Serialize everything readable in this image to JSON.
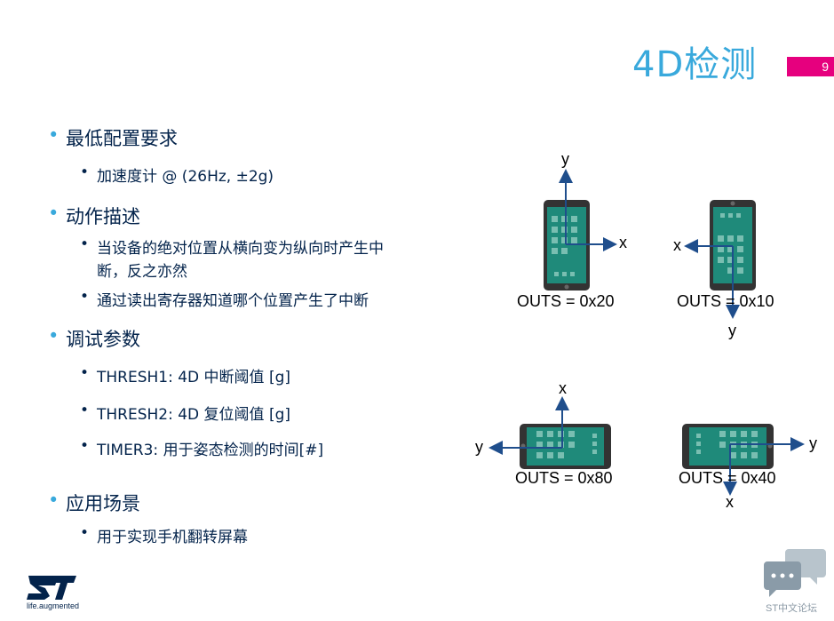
{
  "title": "4D检测",
  "page_number": "9",
  "bullets": {
    "min_config": "最低配置要求",
    "accel": "加速度计 @ (26Hz, ±2g)",
    "action": "动作描述",
    "desc_line1": "当设备的绝对位置从横向变为纵向时产生中",
    "desc_line2": "断，反之亦然",
    "read_reg": "通过读出寄存器知道哪个位置产生了中断",
    "debug": "调试参数",
    "thresh1": "THRESH1: 4D 中断阈值 [g]",
    "thresh2": "THRESH2: 4D 复位阈值 [g]",
    "timer3": "TIMER3: 用于姿态检测的时间[#]",
    "app": "应用场景",
    "app_desc": "用于实现手机翻转屏幕"
  },
  "phones": {
    "p1_label": "OUTS = 0x20",
    "p2_label": "OUTS = 0x10",
    "p3_label": "OUTS = 0x80",
    "p4_label": "OUTS = 0x40",
    "axis_x": "x",
    "axis_y": "y"
  },
  "footer": {
    "logo_tagline": "life.augmented",
    "forum": "ST中文论坛"
  },
  "colors": {
    "title": "#39a9dc",
    "page_box": "#e6007e",
    "phone_body": "#333333",
    "phone_screen": "#1f8a7a",
    "axis": "#1f4e8c"
  }
}
